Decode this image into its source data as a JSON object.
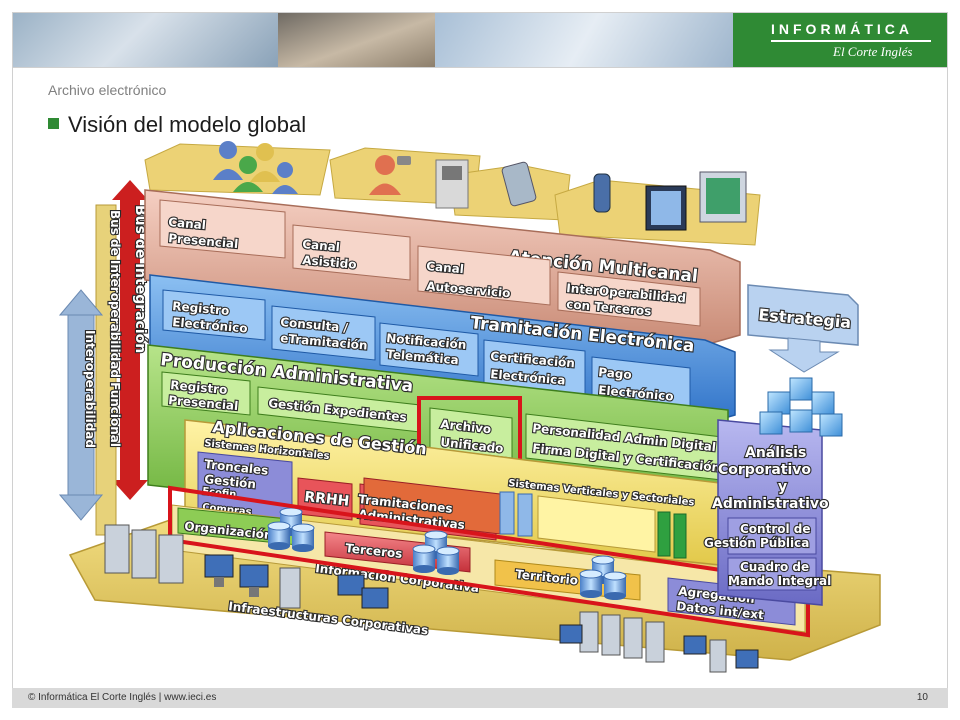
{
  "brand": {
    "name": "INFORMÁTICA",
    "company": "El Corte Inglés"
  },
  "slide": {
    "subtitle": "Archivo electrónico",
    "title": "Visión del modelo global",
    "footer": "© Informática El Corte Inglés | www.ieci.es",
    "page_number": "10"
  },
  "diagram": {
    "side_labels": {
      "bus": "Bus de integración",
      "interop_functional": "Bus de Interoperabilidad Funcional",
      "interoperability": "Interoperabilidad"
    },
    "atencion": {
      "title": "Atención Multicanal",
      "canal_presencial": [
        "Canal",
        "Presencial"
      ],
      "canal_asistido": [
        "Canal",
        "Asistido"
      ],
      "canal_autoservicio": [
        "Canal",
        "Autoservicio"
      ],
      "interop_terceros": [
        "InterOperabilidad",
        "con Terceros"
      ]
    },
    "tramitacion": {
      "title": "Tramitación Electrónica",
      "registro_electronico": [
        "Registro",
        "Electrónico"
      ],
      "consulta": [
        "Consulta /",
        "eTramitación"
      ],
      "notificacion": [
        "Notificación",
        "Telemática"
      ],
      "certificacion": [
        "Certificación",
        "Electrónica"
      ],
      "pago": [
        "Pago",
        "Electrónico"
      ]
    },
    "produccion": {
      "title": "Producción Administrativa",
      "registro_presencial": [
        "Registro",
        "Presencial"
      ],
      "gestion_expedientes": "Gestión Expedientes",
      "archivo_unificado": [
        "Archivo",
        "Unificado"
      ],
      "personalidad": "Personalidad Admin Digital",
      "firma": "Firma Digital y Certificación"
    },
    "aplicaciones": {
      "title": "Aplicaciones de Gestión",
      "sistemas_horizontales": "Sistemas Horizontales",
      "troncales": [
        "Troncales",
        "Gestión"
      ],
      "ecofin": "Ecofin",
      "compras": "Compras",
      "rrhh": "RRHH",
      "tramitaciones": [
        "Tramitaciones",
        "Administrativas"
      ],
      "sistemas_verticales": "Sistemas Verticales y Sectoriales"
    },
    "informacion": {
      "title": "Información Corporativa",
      "organizacion": "Organización",
      "terceros": "Terceros",
      "territorio": "Territorio",
      "agregacion": [
        "Agregación",
        "Datos int/ext"
      ]
    },
    "infraestructuras": "Infraestructuras Corporativas",
    "estrategia": "Estrategia",
    "analisis": {
      "title": [
        "Análisis",
        "Corporativo",
        "y",
        "Administrativo"
      ],
      "control": [
        "Control de",
        "Gestión Pública"
      ],
      "cuadro": [
        "Cuadro de",
        "Mando Integral"
      ]
    },
    "colors": {
      "atencion": "#e7b5a4",
      "tramitacion": "#5f9fe0",
      "produccion": "#8dcc55",
      "aplicaciones": "#f4e37a",
      "informacion": "#e8545a",
      "base": "#e8cf6a",
      "analisis": "#8c8cd8",
      "highlight": "#d8141b",
      "bus": "#cc1f1f"
    }
  }
}
